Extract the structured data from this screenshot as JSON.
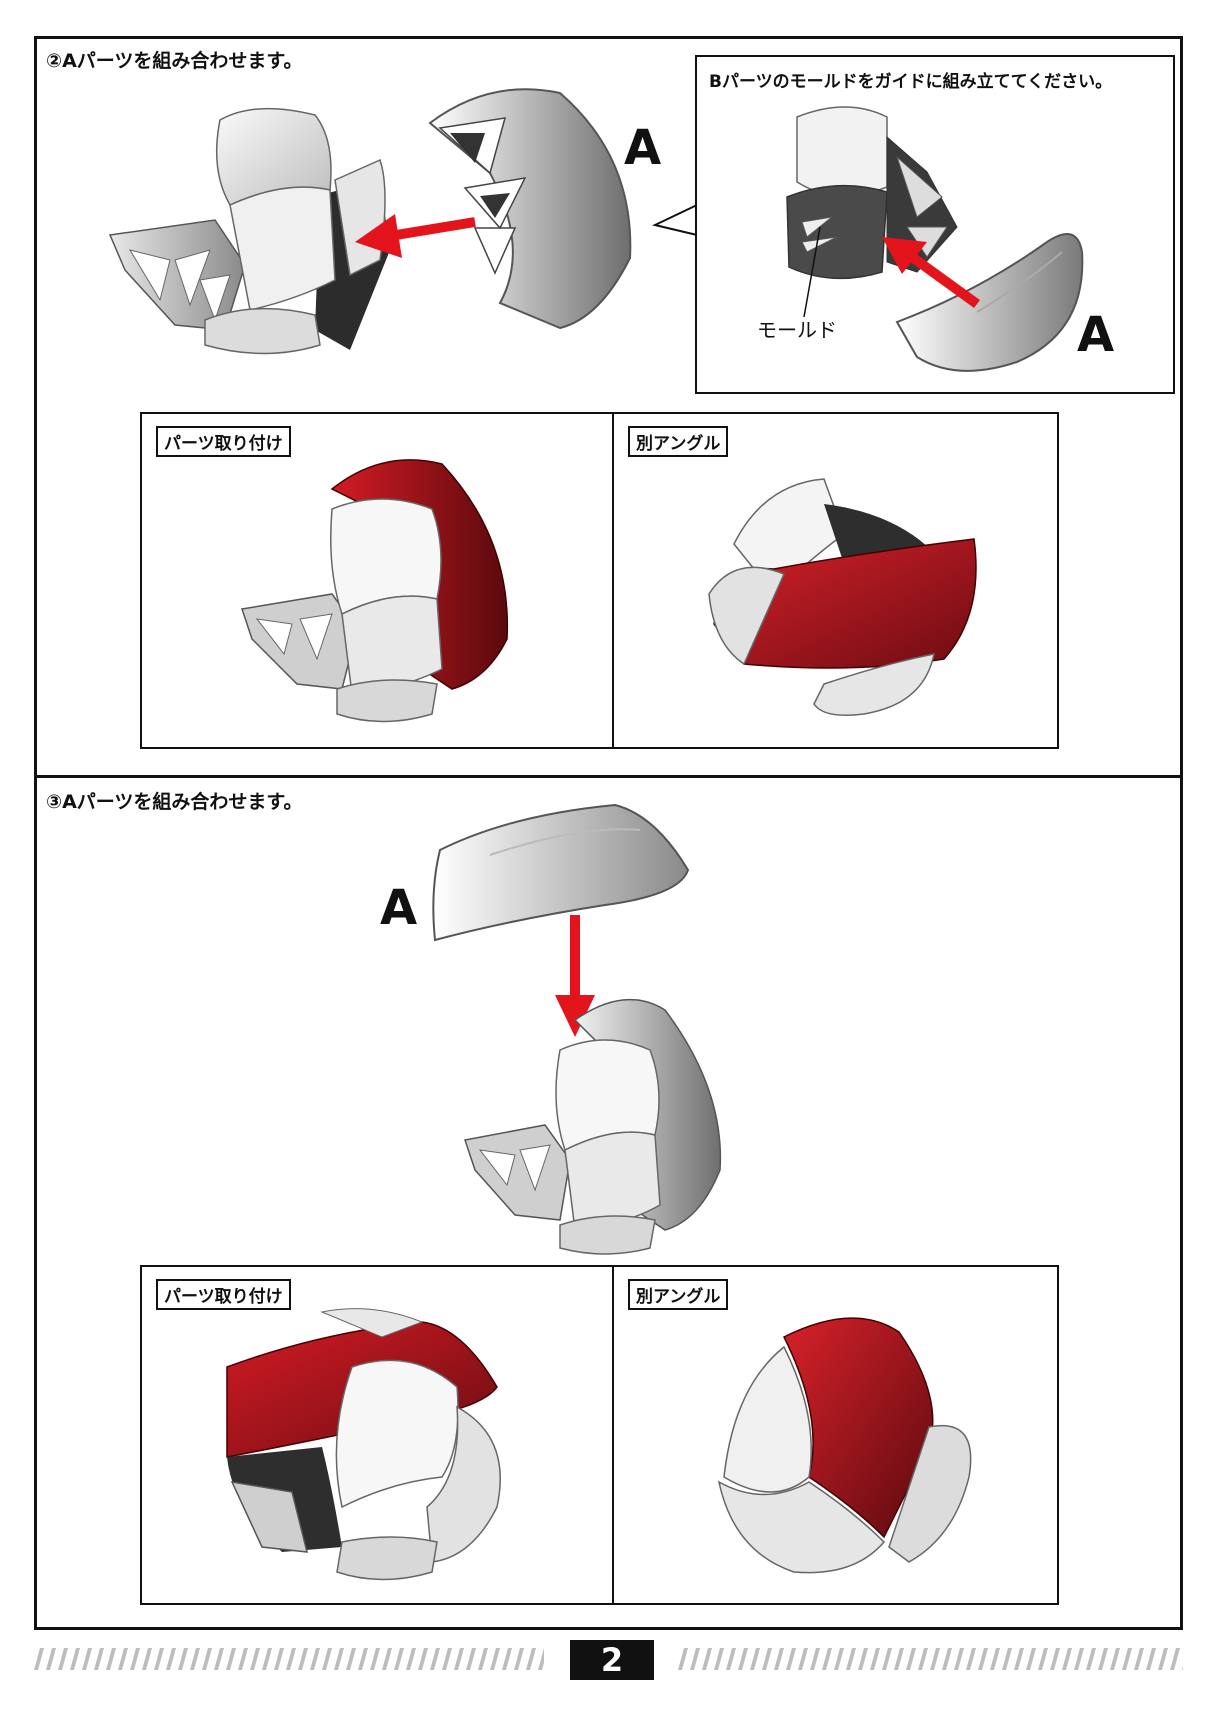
{
  "step2": {
    "title": "②Aパーツを組み合わせます。",
    "part_label": "A",
    "callout": {
      "title": "Bパーツのモールドをガイドに組み立ててください。",
      "mold_label": "モールド",
      "part_label": "A"
    },
    "panel_left_tag": "パーツ取り付け",
    "panel_right_tag": "別アングル"
  },
  "step3": {
    "title": "③Aパーツを組み合わせます。",
    "part_label": "A",
    "panel_left_tag": "パーツ取り付け",
    "panel_right_tag": "別アングル"
  },
  "footer": {
    "page_number": "2"
  },
  "colors": {
    "accent_red": "#e3141c",
    "part_red": "#b0161e",
    "outline": "#111111"
  }
}
